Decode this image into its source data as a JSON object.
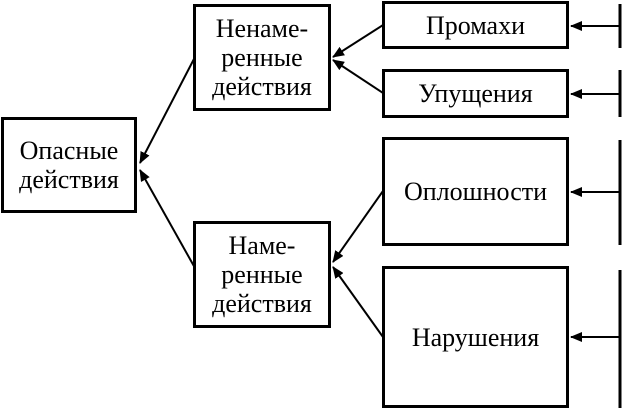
{
  "diagram": {
    "root": {
      "label": "Опасные\nдействия"
    },
    "unintended": {
      "label": "Ненаме-\nренные\nдействия"
    },
    "intended": {
      "label": "Наме-\nренные\nдействия"
    },
    "slips": {
      "label": "Промахи"
    },
    "lapses": {
      "label": "Упущения"
    },
    "mistakes": {
      "label": "Оплошности"
    },
    "violations": {
      "label": "Нарушения"
    }
  },
  "colors": {
    "stroke": "#000000",
    "background": "#ffffff"
  }
}
